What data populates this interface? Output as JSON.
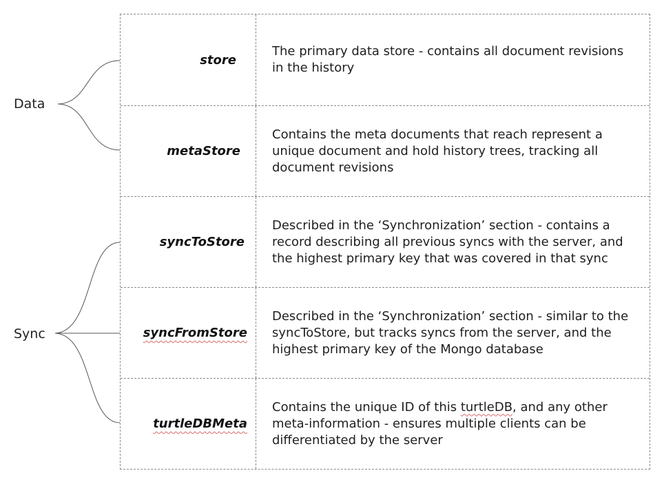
{
  "groups": {
    "data": "Data",
    "sync": "Sync"
  },
  "rows": [
    {
      "name": "store",
      "description": "The primary data store - contains all document revisions in the history"
    },
    {
      "name": "metaStore",
      "description": "Contains the meta documents that reach represent a unique document and hold history trees, tracking all document revisions"
    },
    {
      "name": "syncToStore",
      "description": "Described in the ‘Synchronization’ section - contains a record describing all previous syncs with the server, and the highest primary key that was covered in that sync"
    },
    {
      "name": "syncFromStore",
      "description": "Described in the ‘Synchronization’ section - similar to the syncToStore, but tracks syncs from the server, and the highest primary key of the Mongo database"
    },
    {
      "name": "turtleDBMeta",
      "description_parts": [
        "Contains the unique ID of this ",
        "turtleDB",
        ", and any other meta-information - ensures multiple clients can be differentiated by the server"
      ]
    }
  ],
  "colors": {
    "border": "#8a8a8a",
    "connector": "#555555",
    "spellcheck_underline": "#d96a6a"
  }
}
